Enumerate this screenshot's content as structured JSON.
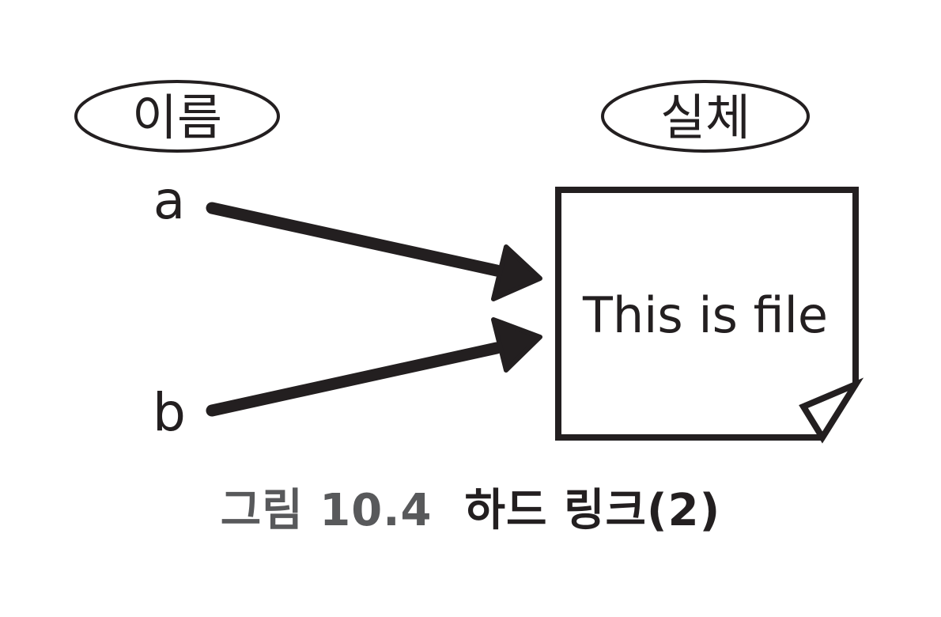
{
  "diagram": {
    "name_header": "이름",
    "entity_header": "실체",
    "link_a": "a",
    "link_b": "b",
    "file_content": "This is file"
  },
  "caption": {
    "number": "그림 10.4",
    "title": "하드 링크(2)"
  },
  "colors": {
    "ink": "#231f20",
    "caption_number": "#58595b"
  }
}
